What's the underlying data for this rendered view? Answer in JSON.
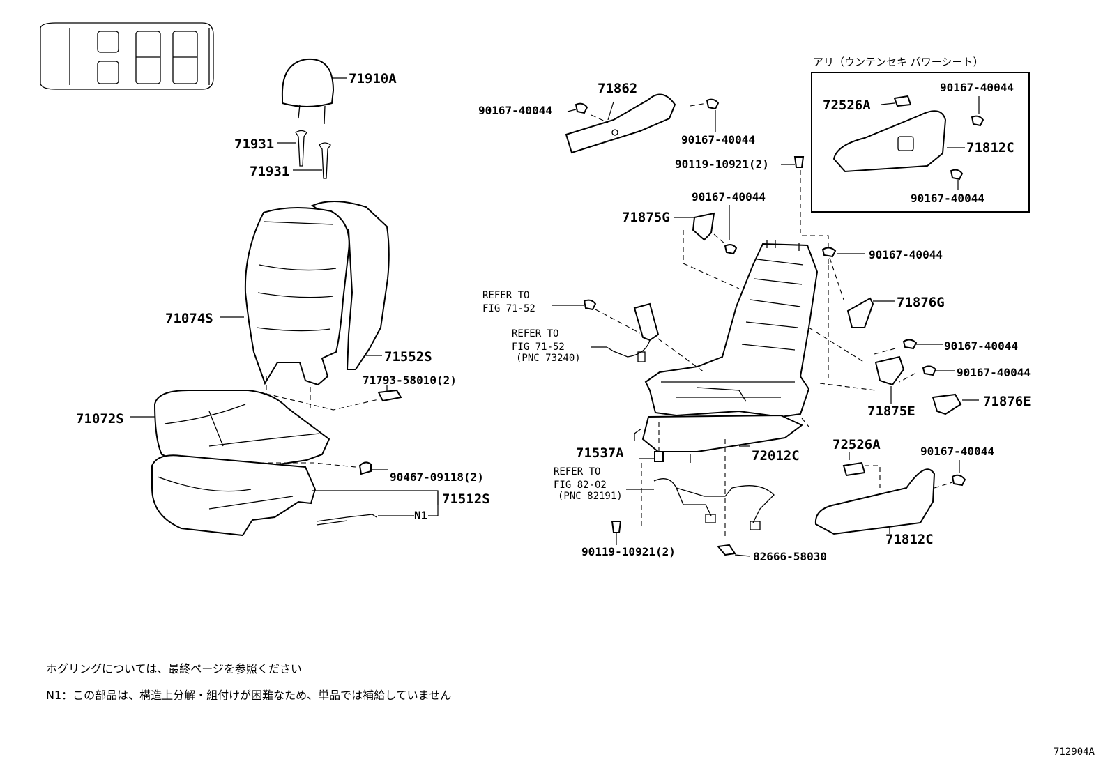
{
  "variant_header": "アリ（ウンテンセキ パワーシート）",
  "parts": {
    "p71910A": "71910A",
    "p71931a": "71931",
    "p71931b": "71931",
    "p71074S": "71074S",
    "p71552S": "71552S",
    "p71793": "71793-58010(2)",
    "p71072S": "71072S",
    "p90467": "90467-09118(2)",
    "p71512S": "71512S",
    "pN1": "N1",
    "p71862": "71862",
    "p90167_a": "90167-40044",
    "p90167_b": "90167-40044",
    "p90119_a": "90119-10921(2)",
    "p72526A_a": "72526A",
    "p90167_c": "90167-40044",
    "p71812C_a": "71812C",
    "p90167_d": "90167-40044",
    "p90167_e": "90167-40044",
    "p71875G": "71875G",
    "p90167_f": "90167-40044",
    "p71876G": "71876G",
    "p90167_g": "90167-40044",
    "p90167_h": "90167-40044",
    "p71875E": "71875E",
    "p71876E": "71876E",
    "p71537A": "71537A",
    "p72012C": "72012C",
    "p72526A_b": "72526A",
    "p90167_i": "90167-40044",
    "p71812C_b": "71812C",
    "p90119_b": "90119-10921(2)",
    "p82666": "82666-58030"
  },
  "refs": {
    "r1_line1": "REFER TO",
    "r1_line2": "FIG 71-52",
    "r2_line1": "REFER TO",
    "r2_line2": "FIG 71-52",
    "r2_line3": "(PNC 73240)",
    "r3_line1": "REFER TO",
    "r3_line2": "FIG 82-02",
    "r3_line3": "(PNC 82191)"
  },
  "notes": {
    "line1": "ホグリングについては、最終ページを参照ください",
    "line2": "N1：この部品は、構造上分解・組付けが困難なため、単品では補給していません"
  },
  "figure_id": "712904A"
}
